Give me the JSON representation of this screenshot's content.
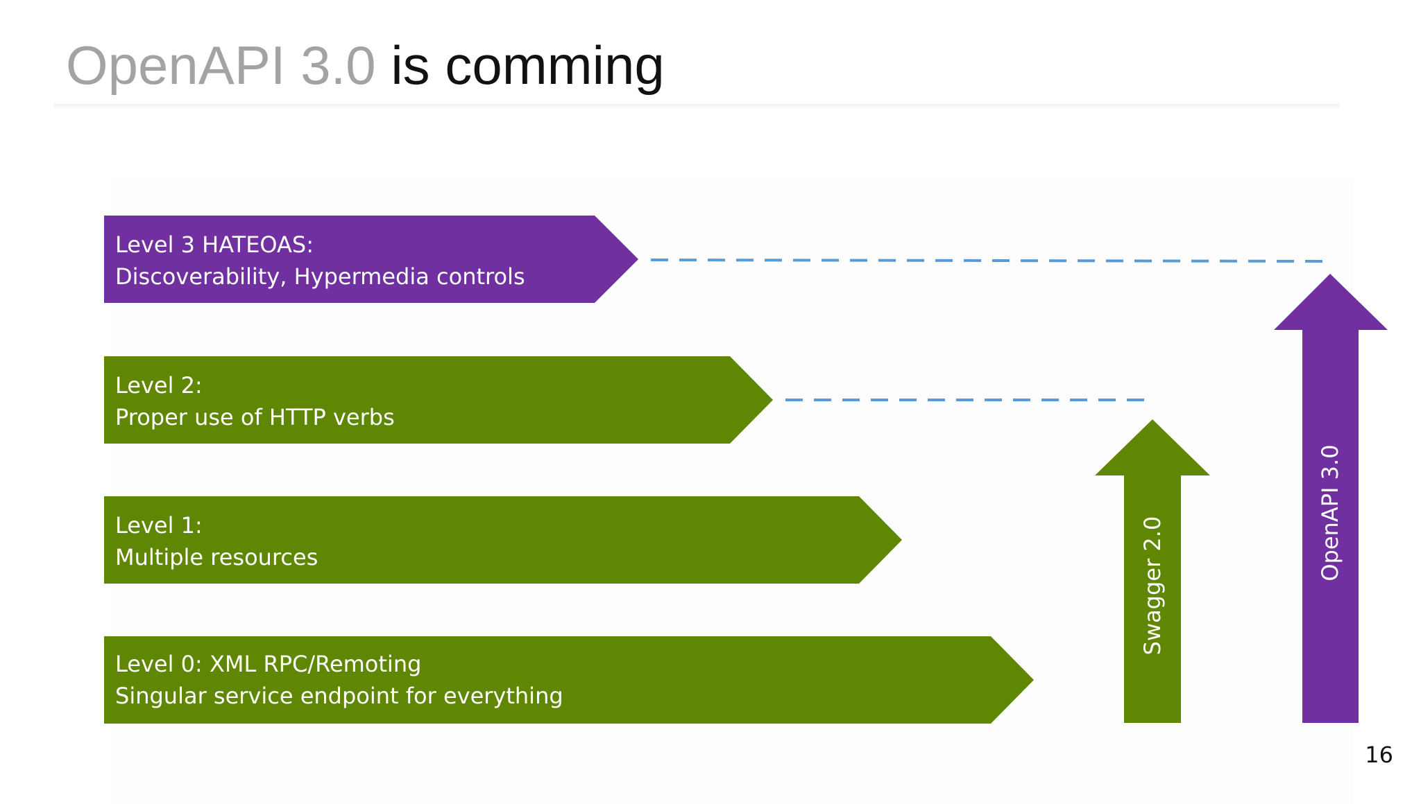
{
  "title": {
    "part1": "OpenAPI 3.0",
    "part2": "is comming"
  },
  "levels": [
    {
      "line1": "Level 3 HATEOAS:",
      "line2": "Discoverability, Hypermedia controls"
    },
    {
      "line1": "Level 2:",
      "line2": "Proper use of HTTP verbs"
    },
    {
      "line1": "Level 1:",
      "line2": "Multiple resources"
    },
    {
      "line1": "Level 0: XML RPC/Remoting",
      "line2": "Singular service endpoint for everything"
    }
  ],
  "arrows": {
    "swagger": "Swagger 2.0",
    "openapi": "OpenAPI 3.0"
  },
  "colors": {
    "purple": "#7030a0",
    "green": "#5f8703",
    "dash": "#5b9bd5"
  },
  "page_number": "16"
}
